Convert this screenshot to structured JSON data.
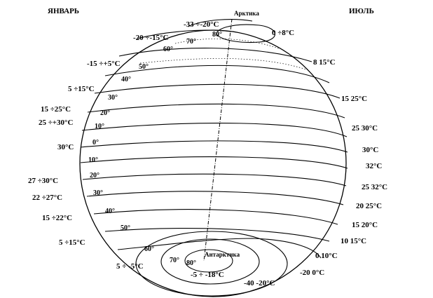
{
  "headers": {
    "january": "ЯНВАРЬ",
    "july": "ИЮЛЬ",
    "arctic": "Арктика",
    "antarctic": "Антарктика"
  },
  "latitudes": [
    "80°",
    "70°",
    "60°",
    "50°",
    "40°",
    "30°",
    "20°",
    "10°",
    "0°",
    "10°",
    "20°",
    "30°",
    "40°",
    "50°",
    "60°",
    "70°",
    "80°"
  ],
  "january_temps": [
    "-20 ÷-15°C",
    "-15 ÷+5°C",
    "5 ÷15°C",
    "15 ÷25°C",
    "25 ÷+30°C",
    "30°C",
    "27 ÷30°C",
    "22 ÷27°C",
    "15 ÷22°C",
    "5 ÷15°C",
    "5 ÷ -5°C"
  ],
  "july_temps": [
    "0 ÷8°C",
    "8 15°C",
    "15 25°C",
    "25 30°C",
    "30°C",
    "32°C",
    "25 32°C",
    "20 25°C",
    "15 20°C",
    "10 15°C",
    "0 10°C",
    "-20 0°C"
  ],
  "polar_temps": {
    "arctic": "-33 ÷-20°C",
    "antarctic_inner": "-5 ÷ -18°C",
    "antarctic_outer": "-40 -20°C"
  }
}
